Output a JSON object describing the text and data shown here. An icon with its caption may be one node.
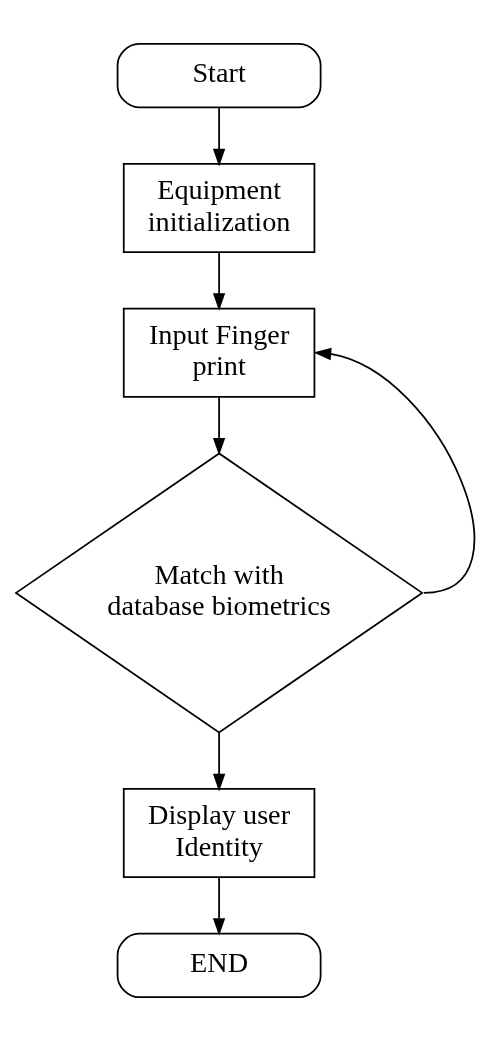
{
  "diagram": {
    "nodes": [
      {
        "text": [
          "Start"
        ]
      },
      {
        "text": [
          "Equipment initialization"
        ]
      },
      {
        "text": [
          "Input Finger print"
        ]
      },
      {
        "text": [
          "Match with database biometrics"
        ]
      },
      {
        "text": [
          "Display user Identity"
        ]
      },
      {
        "text": [
          "END"
        ]
      }
    ],
    "edges": [
      {
        "from": 0,
        "to": 1,
        "arrow": "to"
      },
      {
        "from": 1,
        "to": 2,
        "arrow": "to"
      },
      {
        "from": 2,
        "to": 3,
        "arrow": "to"
      },
      {
        "from": 3,
        "to": 2,
        "arrow": "to"
      },
      {
        "from": 3,
        "to": 4,
        "arrow": "to"
      },
      {
        "from": 4,
        "to": 5,
        "arrow": "to"
      }
    ]
  }
}
